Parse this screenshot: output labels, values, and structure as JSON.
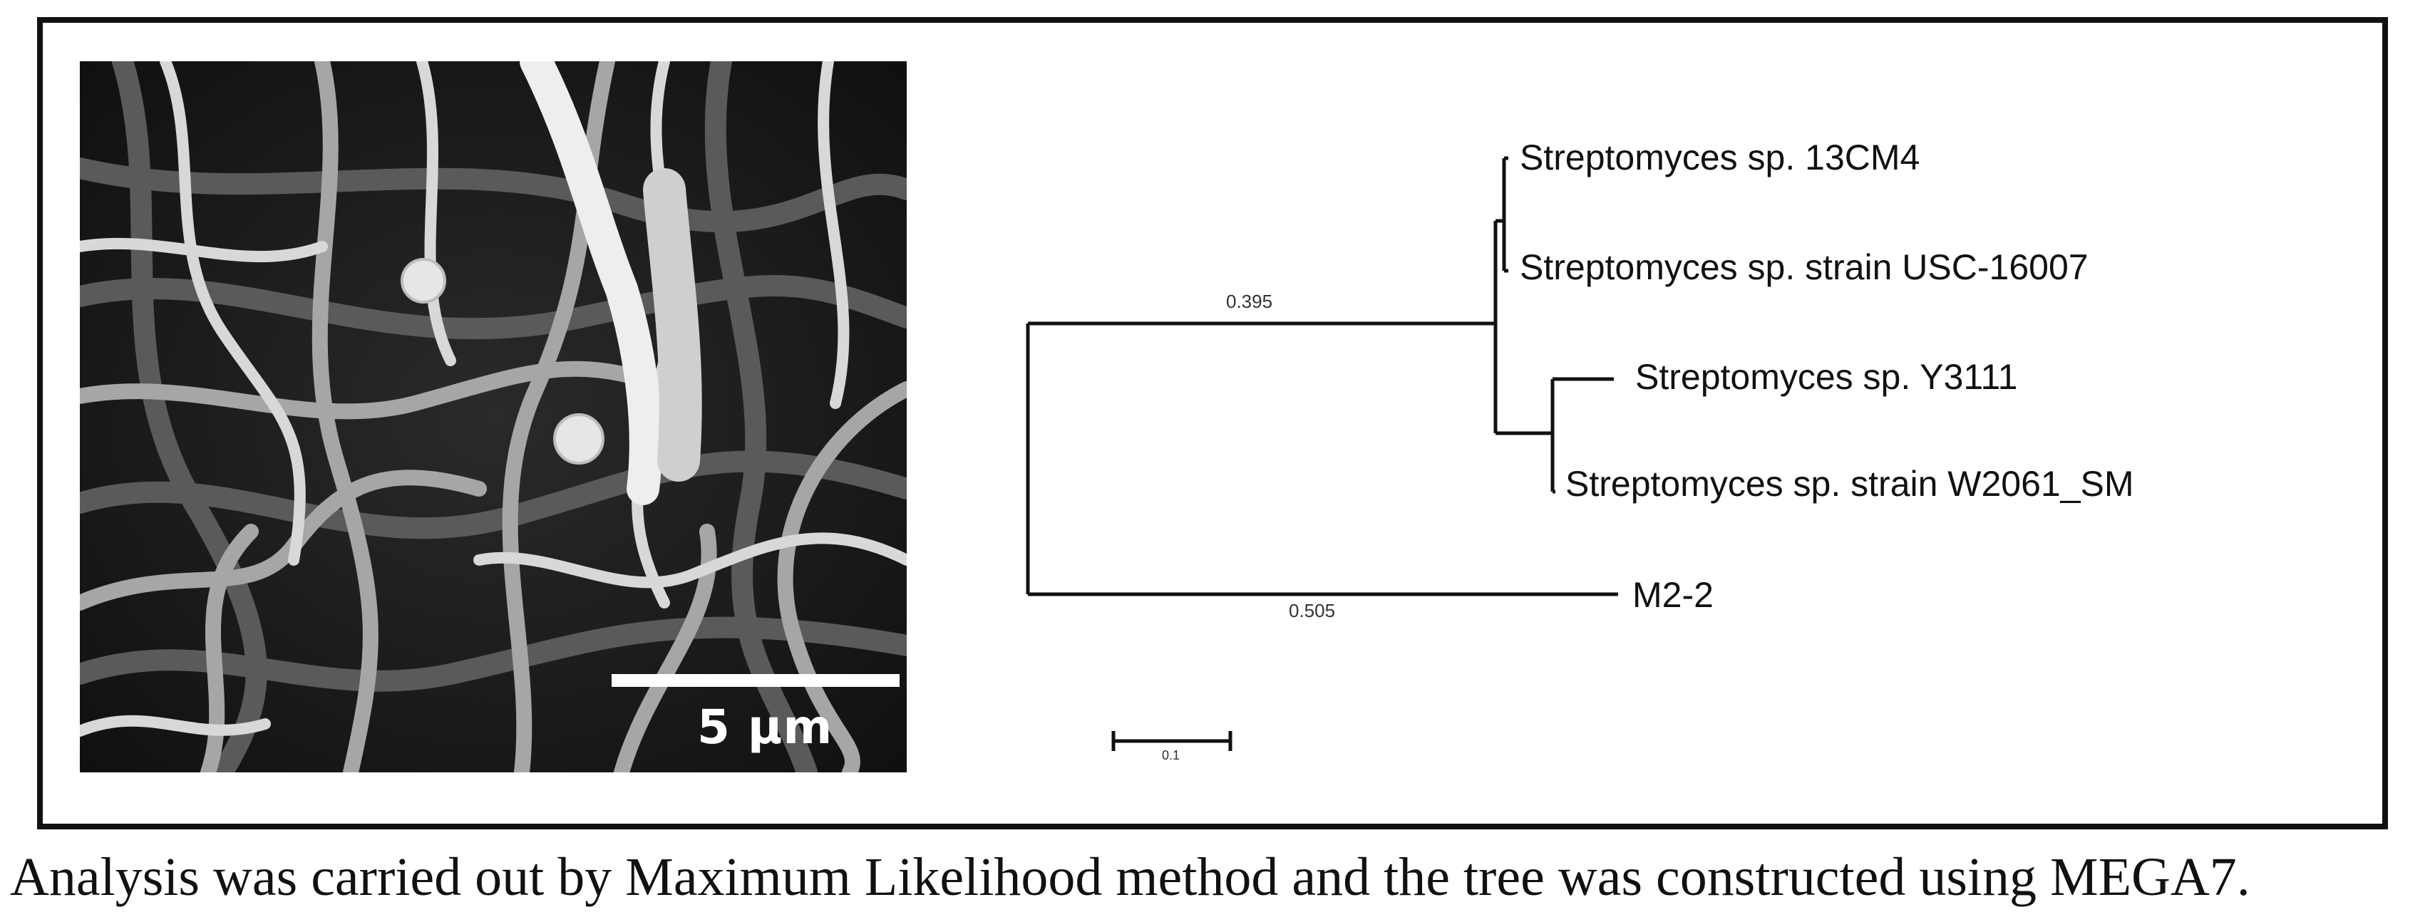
{
  "figure": {
    "sem_image": {
      "kind": "scanning electron micrograph of filamentous hyphae",
      "scale_bar_label": "5 μm"
    },
    "tree": {
      "leaves": [
        "Streptomyces sp. 13CM4",
        "Streptomyces sp. strain USC-16007",
        "Streptomyces sp. Y3111",
        "Streptomyces sp. strain W2061_SM",
        "M2-2"
      ],
      "branch_lengths": {
        "upper_clade": "0.395",
        "m2_2": "0.505"
      },
      "scale_value": "0.1"
    }
  },
  "caption": "Analysis was carried out by Maximum Likelihood method and the tree was constructed using MEGA7."
}
